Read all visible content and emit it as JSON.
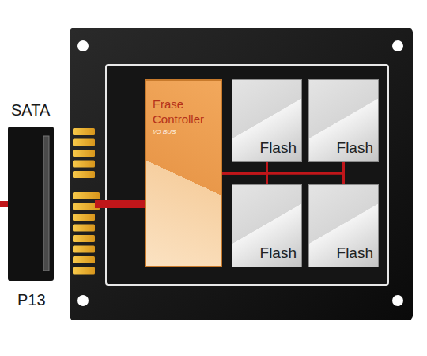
{
  "diagram": {
    "nodes": [
      {
        "text": [
          "Erase Controller",
          "I/O BUS"
        ]
      },
      {
        "text": [
          "Flash"
        ]
      },
      {
        "text": [
          "Flash"
        ]
      },
      {
        "text": [
          "Flash"
        ]
      },
      {
        "text": [
          "Flash"
        ]
      }
    ],
    "edges": [
      {
        "from": 0,
        "to": 1,
        "arrow": "none"
      },
      {
        "from": 0,
        "to": 2,
        "arrow": "none"
      },
      {
        "from": 0,
        "to": 3,
        "arrow": "none"
      },
      {
        "from": 0,
        "to": 4,
        "arrow": "none"
      }
    ],
    "labels": [
      "SATA",
      "P13"
    ]
  }
}
